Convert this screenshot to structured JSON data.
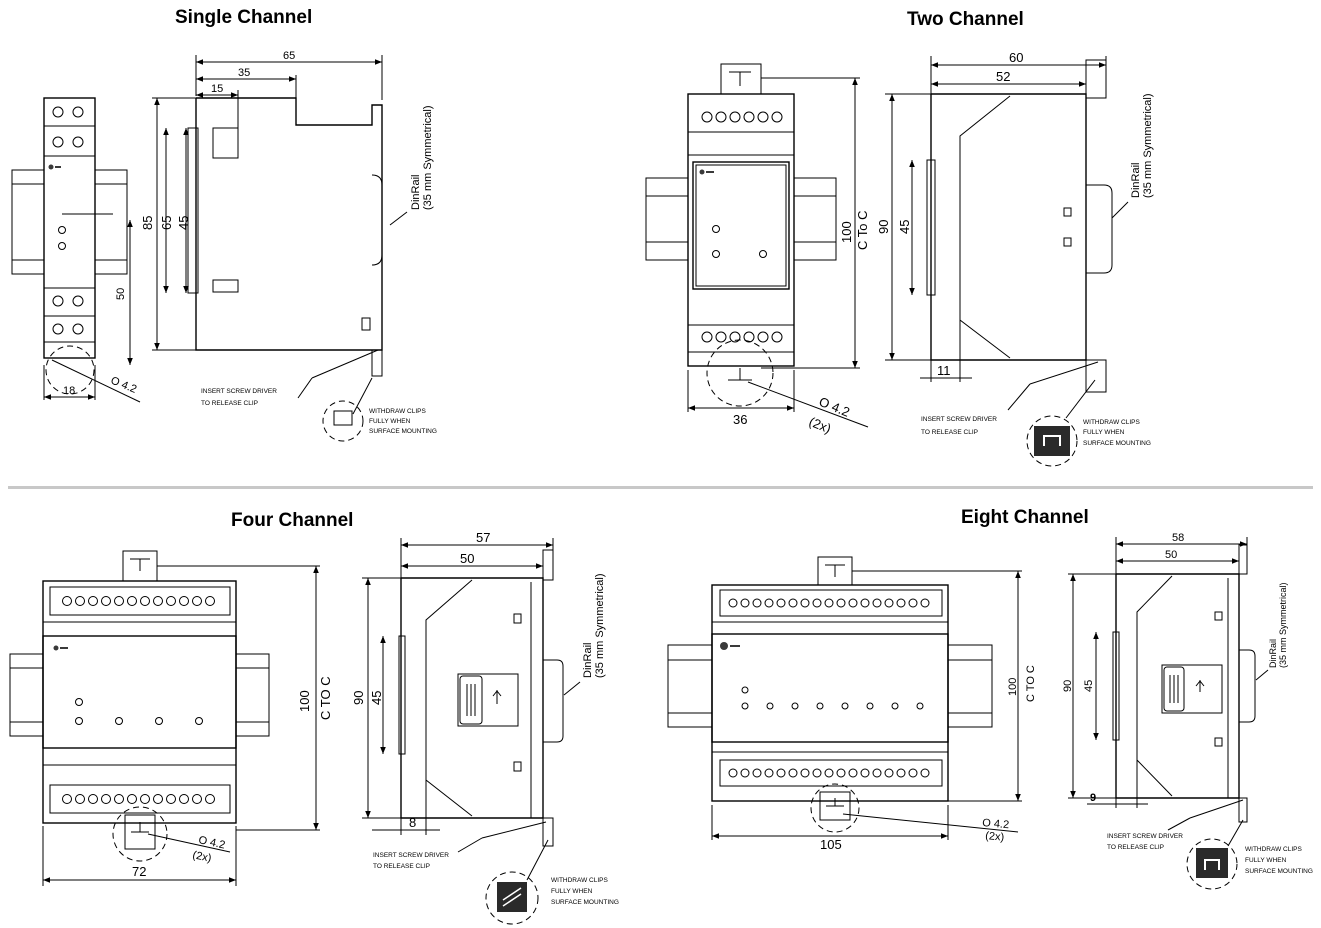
{
  "titles": {
    "single": "Single Channel",
    "two": "Two Channel",
    "four": "Four Channel",
    "eight": "Eight Channel"
  },
  "single": {
    "dims": {
      "d65_top": "65",
      "d35": "35",
      "d15": "15",
      "d85": "85",
      "d65_side": "65",
      "d45": "45",
      "d50": "50",
      "d18": "18"
    },
    "hole": "O 4.2",
    "dinrail": "DinRail",
    "dinrail_sub": "(35 mm Symmetrical)",
    "note_driver": [
      "INSERT SCREW DRIVER",
      "TO RELEASE CLIP"
    ],
    "note_clips": [
      "WITHDRAW CLIPS",
      "FULLY WHEN",
      "SURFACE MOUNTING"
    ]
  },
  "two": {
    "dims": {
      "d60": "60",
      "d52": "52",
      "d100": "100",
      "ctoc": "C To C",
      "d90": "90",
      "d45": "45",
      "d36": "36",
      "d11": "11"
    },
    "hole": "O 4.2",
    "hole_qty": "(2x)",
    "dinrail": "DinRail",
    "dinrail_sub": "(35 mm Symmetrical)",
    "note_driver": [
      "INSERT SCREW DRIVER",
      "TO RELEASE CLIP"
    ],
    "note_clips": [
      "WITHDRAW CLIPS",
      "FULLY WHEN",
      "SURFACE MOUNTING"
    ]
  },
  "four": {
    "dims": {
      "d57": "57",
      "d50": "50",
      "d100": "100",
      "ctoc": "C TO C",
      "d90": "90",
      "d45": "45",
      "d72": "72",
      "d8": "8"
    },
    "hole": "O 4.2",
    "hole_qty": "(2x)",
    "dinrail": "DinRail",
    "dinrail_sub": "(35 mm Symmetrical)",
    "note_driver": [
      "INSERT SCREW DRIVER",
      "TO RELEASE CLIP"
    ],
    "note_clips": [
      "WITHDRAW CLIPS",
      "FULLY WHEN",
      "SURFACE MOUNTING"
    ]
  },
  "eight": {
    "dims": {
      "d58": "58",
      "d50": "50",
      "d100": "100",
      "ctoc": "C TO C",
      "d90": "90",
      "d45": "45",
      "d105": "105",
      "d9": "9"
    },
    "hole": "O 4.2",
    "hole_qty": "(2x)",
    "dinrail": "DinRail",
    "dinrail_sub": "(35 mm Symmetrical)",
    "note_driver": [
      "INSERT SCREW DRIVER",
      "TO RELEASE CLIP"
    ],
    "note_clips": [
      "WITHDRAW CLIPS",
      "FULLY WHEN",
      "SURFACE MOUNTING"
    ]
  },
  "logo_icon": "gic-logo-icon"
}
